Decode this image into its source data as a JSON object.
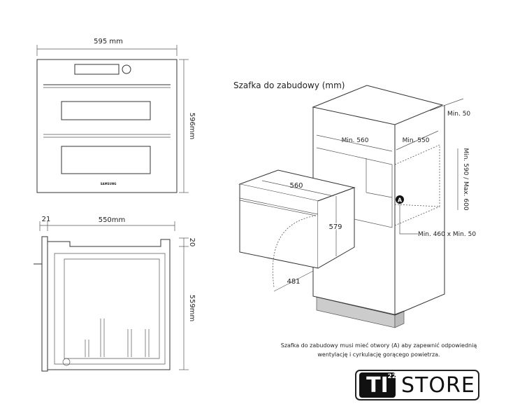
{
  "front_view": {
    "width_label": "595 mm",
    "height_label": "596mm",
    "brand": "SAMSUNG"
  },
  "side_view": {
    "front_label": "21",
    "depth_label": "550mm",
    "top_label": "20",
    "height_label": "559mm"
  },
  "cabinet": {
    "title": "Szafka do zabudowy (mm)",
    "min_width": "Min. 560",
    "min_depth": "Min. 550",
    "min_back": "Min. 50",
    "height_range": "Min. 590 / Max. 600",
    "vent_marker": "A",
    "vent_size": "Min. 460 x Min. 50",
    "oven_width": "560",
    "oven_height": "579",
    "door_open": "481"
  },
  "note": {
    "line1": "Szafka do zabudowy musi mieć otwory (A) aby zapewnić odpowiednią",
    "line2": "wentylację i cyrkulację gorącego powietrza."
  },
  "logo": {
    "mark": "TI",
    "sup": "22",
    "text": "STORE"
  }
}
